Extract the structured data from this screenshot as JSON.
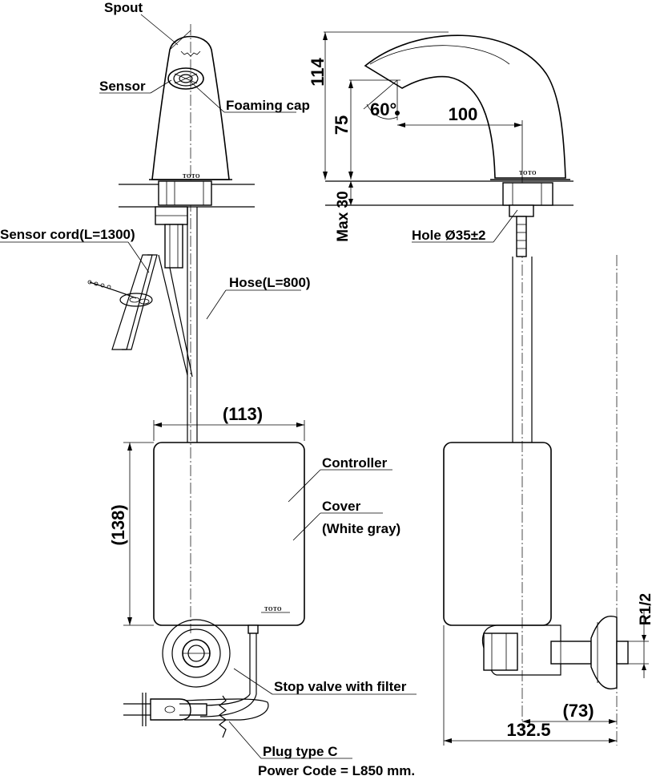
{
  "labels": {
    "spout": "Spout",
    "sensor": "Sensor",
    "foaming_cap": "Foaming cap",
    "sensor_cord": "Sensor cord(L=1300)",
    "hose": "Hose(L=800)",
    "controller": "Controller",
    "cover": "Cover",
    "cover_color": "(White gray)",
    "stop_valve": "Stop valve with filter",
    "plug_type": "Plug type C",
    "power_code": "Power Code = L850 mm.",
    "hole": "Hole Ø35±2",
    "brand_faucet": "TOTO",
    "brand_controller": "TOTO"
  },
  "dimensions": {
    "controller_width": "(113)",
    "controller_height": "(138)",
    "height_total": "114",
    "height_outlet": "75",
    "reach": "100",
    "angle": "60°",
    "max_thickness": "Max 30",
    "thread": "R1/2",
    "side_offset": "(73)",
    "side_total": "132.5"
  }
}
